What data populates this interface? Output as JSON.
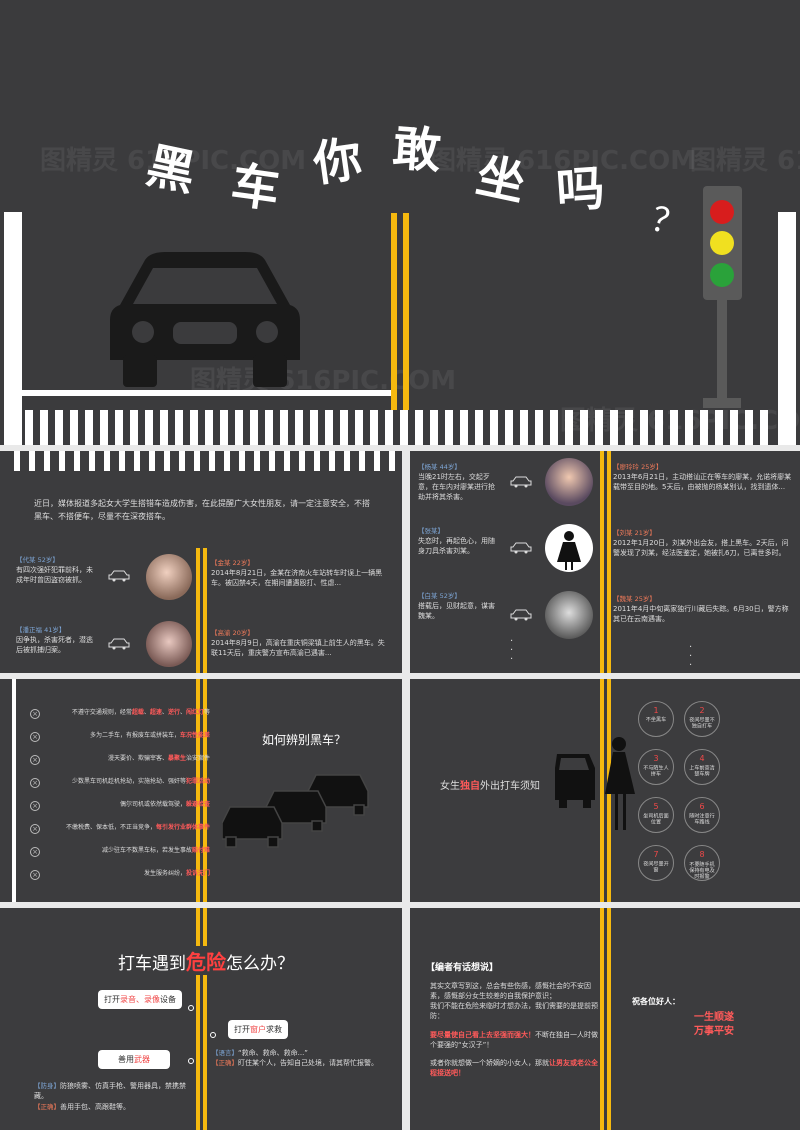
{
  "cover": {
    "title_chars": [
      "黑",
      "车",
      "你",
      "敢",
      "坐",
      "吗"
    ],
    "question": "？",
    "watermark": "图精灵 616PIC.COM",
    "traffic_light_colors": [
      "#d81d1d",
      "#f0e020",
      "#2aa23a"
    ]
  },
  "intro": {
    "text": "近日，媒体报道多起女大学生搭错车造成伤害，在此提醒广大女性朋友，请一定注意安全，不搭黑车、不搭便车，尽量不在深夜搭车。"
  },
  "cases_left": [
    {
      "name": "【代某 52岁】",
      "desc": "有四次强奸犯罪前科，未成年时曾因盗窃被抓。"
    },
    {
      "name": "【潘正福 41岁】",
      "desc": "因争执，杀害死者，潜逃后被抓捕归案。"
    }
  ],
  "cases_right": [
    {
      "name": "【金某 22岁】",
      "desc": "2014年8月21日，金某在济南火车站转车时误上一辆黑车。被囚禁4天，在期间遭遇殴打、性虐..."
    },
    {
      "name": "【高渝 20岁】",
      "desc": "2014年8月9日，高渝在重庆铜梁镇上前生人的黑车。失联11天后，重庆警方宣布高渝已遇害..."
    }
  ],
  "cases2_left": [
    {
      "name": "【杨某 44岁】",
      "desc": "当晚21时左右，交起歹意，在车内对廖某进行抢劫并将其杀害。"
    },
    {
      "name": "【张某】",
      "desc": "失恋时，再起色心，用随身刀具杀害刘某。"
    },
    {
      "name": "【白某 52岁】",
      "desc": "搭载后，见财起意，谋害魏某。"
    }
  ],
  "cases2_right": [
    {
      "name": "【廖玲玲 25岁】",
      "desc": "2013年6月21日，主动搭讪正在等车的廖某，允诺将廖某载带至目的地。5天后，由被抛的杨某别认，找到遗体..."
    },
    {
      "name": "【刘某 21岁】",
      "desc": "2012年1月20日，刘某外出会友，搭上黑车。2天后，问警发现了刘某，经法医鉴定，她被扎6刀，已离世多时。"
    },
    {
      "name": "【魏某 25岁】",
      "desc": "2011年4月中旬离家独行川藏后失踪。6月30日，警方称其已在云南遇害。"
    }
  ],
  "identify": {
    "title": "如何辨别黑车？",
    "items": [
      [
        "不遵守交通规则，经常",
        "超载",
        "、",
        "超速",
        "、",
        "逆行",
        "、",
        "闯红灯",
        "等"
      ],
      [
        "多为二手车，有报废车或拼装车，",
        "车况性能差",
        ""
      ],
      [
        "漫天要价、欺骗宰客、",
        "暴聚生",
        "治安案件"
      ],
      [
        "少数黑车司机趁机抢劫，实施抢劫、强奸等",
        "犯罪活动",
        ""
      ],
      [
        "偶尔司机或依然载驾驶，",
        "躲避检查",
        ""
      ],
      [
        "不缴税费、保本低，不正当竞争，",
        "每引发行业群体事件",
        ""
      ],
      [
        "减少驻车不数黑车标，若发生事故",
        "赔付难",
        ""
      ],
      [
        "发生服务纠纷，",
        "投诉无门",
        ""
      ]
    ]
  },
  "tips": {
    "title_pre": "女生",
    "title_hl": "独自",
    "title_post": "外出打车须知",
    "items": [
      {
        "n": "1",
        "t": "不坐黑车"
      },
      {
        "n": "2",
        "t": "夜间尽量不独自打车"
      },
      {
        "n": "3",
        "t": "不与陌生人拼车"
      },
      {
        "n": "4",
        "t": "上车前查清楚车牌"
      },
      {
        "n": "5",
        "t": "坐司机后面位置"
      },
      {
        "n": "6",
        "t": "随时注意行车路线"
      },
      {
        "n": "7",
        "t": "夜间尽量开窗"
      },
      {
        "n": "8",
        "t": "不要随手机保持有电及时报警"
      }
    ]
  },
  "danger": {
    "title_pre": "打车遇到",
    "title_hl": "危险",
    "title_post": "怎么办？",
    "b1_pre": "打开",
    "b1_hl": "录音、录像",
    "b1_post": "设备",
    "b2_pre": "打开",
    "b2_hl": "窗户",
    "b2_post": "求救",
    "b3_pre": "善用",
    "b3_hl": "武器",
    "shout_label": "【语言】",
    "shout_text": "“救命、救命、救命...”",
    "right_label": "【正确】",
    "right_text": "盯住某个人，告知自己处境，请其帮忙报警。",
    "weapon_label": "【防身】",
    "weapon_text": "防狼喷雾、仿真手枪、警用器具，禁携禁藏。",
    "weapon_label2": "【正确】",
    "weapon_text2": "善用手包、高跟鞋等。"
  },
  "editor": {
    "title": "【编者有话想说】",
    "p1": "其实文章写到这，总会有些伤感，感慨社会的不安因素，感慨部分女生较差的自我保护意识；",
    "p2": "我们不能在危险来临时才想办法，我们需要的是提前预防：",
    "p3_hl": "要尽量使自己看上去坚强而强大！",
    "p3_post": "不断在独自一人时做个要强的“女汉子”！",
    "p4_pre": "或者你就想做一个娇嫡的小女人，那就",
    "p4_hl": "让男友或老公全程接送吧！",
    "wish_label": "祝各位好人：",
    "wish1": "一生顺遂",
    "wish2": "万事平安"
  }
}
